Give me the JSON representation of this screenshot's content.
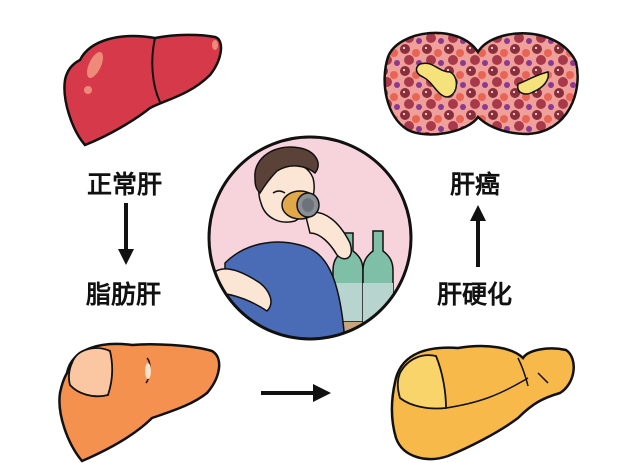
{
  "diagram": {
    "title": "",
    "stages": [
      {
        "id": "normal",
        "label": "正常肝",
        "color": "#d63a4a"
      },
      {
        "id": "fatty",
        "label": "脂肪肝",
        "color": "#f5914f"
      },
      {
        "id": "cirrhosis",
        "label": "肝硬化",
        "color": "#f7b94a"
      },
      {
        "id": "cancer",
        "label": "肝癌",
        "color": "#9b3a4a"
      }
    ],
    "center_illustration": "man-drinking-alcohol",
    "arrows": [
      {
        "from": "正常肝",
        "to": "脂肪肝",
        "direction": "down"
      },
      {
        "from": "脂肪肝",
        "to": "肝硬化",
        "direction": "right"
      },
      {
        "from": "肝硬化",
        "to": "肝癌",
        "direction": "up"
      }
    ]
  },
  "colors": {
    "circle_bg": "#f7d3dc",
    "shirt": "#4a6bb5",
    "hair": "#5a4238",
    "skin": "#fbe6d6",
    "bottle": "#7fbfa8",
    "outline": "#111111"
  }
}
